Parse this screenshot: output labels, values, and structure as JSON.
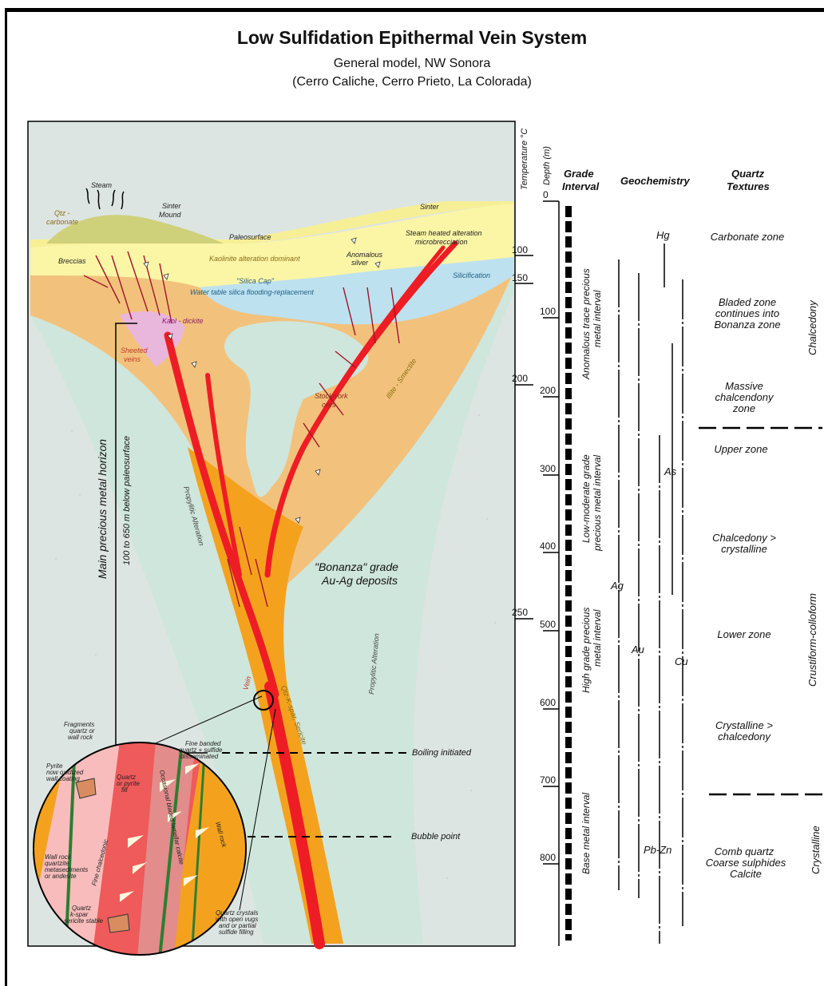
{
  "title": "Low Sulfidation Epithermal Vein System",
  "subtitle_1": "General model, NW Sonora",
  "subtitle_2": "(Cerro Caliche, Cerro Prieto, La Colorada)",
  "axes": {
    "temperature_label": "Temperature °C",
    "depth_label": "Depth (m)",
    "temperature_ticks": [
      "100",
      "150",
      "200",
      "250"
    ],
    "depth_ticks": [
      "0",
      "100",
      "200",
      "300",
      "400",
      "500",
      "600",
      "700",
      "800"
    ]
  },
  "column_headers": {
    "grade_1": "Grade",
    "grade_2": "Interval",
    "geochem": "Geochemistry",
    "quartz_1": "Quartz",
    "quartz_2": "Textures"
  },
  "grade_intervals": [
    "Anomalous trace precious",
    "metal interval",
    "Low-moderate grade",
    "precious metal interval",
    "High grade precious",
    "metal interval",
    "Base metal interval"
  ],
  "geochem_elements": [
    "Hg",
    "As",
    "Ag",
    "Au",
    "Cu",
    "Pb-Zn"
  ],
  "quartz_zones": [
    "Carbonate zone",
    "Bladed zone",
    "continues into",
    "Bonanza zone",
    "Massive",
    "chalcendony",
    "zone",
    "Upper zone",
    "Chalcedony >",
    "crystalline",
    "Lower zone",
    "Crystalline >",
    "chalcedony",
    "Comb quartz",
    "Coarse sulphides",
    "Calcite"
  ],
  "texture_classes": [
    "Chalcedony",
    "Crustiform-colloform",
    "Crystalline"
  ],
  "section_labels": {
    "steam": "Steam",
    "qtz_carbonate_1": "Qtz -",
    "qtz_carbonate_2": "carbonate",
    "sinter_mound_1": "Sinter",
    "sinter_mound_2": "Mound",
    "sinter": "Sinter",
    "paleosurface": "Paleosurface",
    "steam_heated_1": "Steam heated alteration",
    "steam_heated_2": "microbrecciation",
    "breccias": "Breccias",
    "kaolinite": "Kaolinite alteration dominant",
    "anomalous_silver_1": "Anomalous",
    "anomalous_silver_2": "silver",
    "silica_cap": "\"Silica Cap\"",
    "water_table": "Water table silica flooding-replacement",
    "silicification": "Silicification",
    "kaol_dickite": "Kaol - dickite",
    "sheeted_1": "Sheeted",
    "sheeted_2": "veins",
    "stockwork_1": "Stockwork",
    "stockwork_2": "ores",
    "illite_smectite": "Illite - Smectite",
    "main_horizon": "Main precious metal horizon",
    "depth_range": "100 to 650 m below paleosurface",
    "propylitic_left": "Propylitic Alteration",
    "propylitic_right": "Propylitic Alteration",
    "bonanza_1": "\"Bonanza\" grade",
    "bonanza_2": "Au-Ag deposits",
    "vein": "Vein",
    "qtz_kspar": "Qtz-K-spar, Sericite",
    "boiling": "Boiling initiated",
    "bubble": "Bubble point",
    "fragments_1": "Fragments",
    "fragments_2": "quartz or",
    "fragments_3": "wall rock",
    "fine_banded_1": "Fine banded",
    "fine_banded_2": "quartz + sulfide",
    "fine_banded_3": "disseminated",
    "pyrite_1": "Pyrite",
    "pyrite_2": "now oxidized",
    "pyrite_3": "wall coating",
    "wall_rock_1": "Wall rock",
    "wall_rock_2": "quartzite",
    "wall_rock_3": "metasediments",
    "wall_rock_4": "or andesite",
    "quartz_kspar_1": "Quartz",
    "quartz_kspar_2": "k-spar",
    "quartz_kspar_3": "sericite stable",
    "fine_chalcedonic": "Fine chalcedonic",
    "quartz_pyrite_1": "Quartz",
    "quartz_pyrite_2": "or pyrite",
    "quartz_pyrite_3": "fill",
    "occasional_calcite": "Occasional bladed lamellar calcite",
    "wall_rock_right": "Wall rock",
    "crystals_1": "Quartz crystals",
    "crystals_2": "with open vugs",
    "crystals_3": "and or partial",
    "crystals_4": "sulfide filling"
  },
  "colors": {
    "propylitic": "#cfe6dc",
    "argillic": "#f2c27c",
    "vein_zone": "#f4a21e",
    "vein": "#ee1c24",
    "kaolinite_zone": "#fbf5a6",
    "silica_cap": "#bde1ef",
    "sinter_mound": "#cfd07a",
    "kaol_dickite": "#e9b6dc",
    "background_rock": "#dde5e2"
  }
}
